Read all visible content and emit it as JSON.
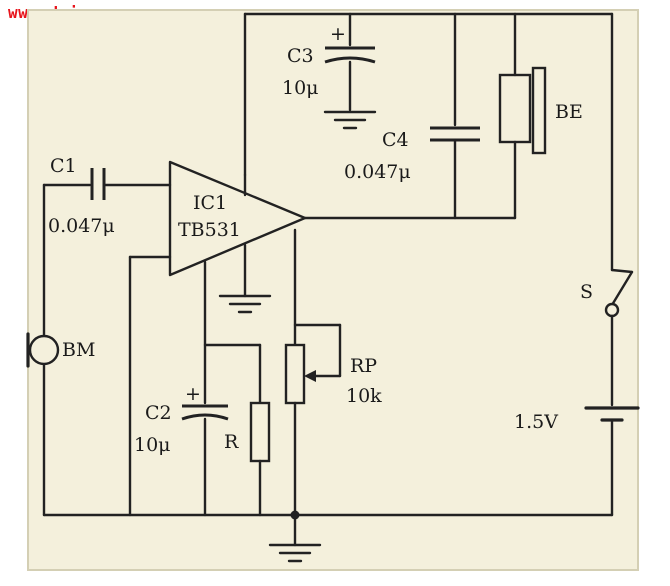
{
  "watermark": {
    "text": "www.dziuu.com",
    "color": "#e8141c"
  },
  "colors": {
    "background": "#f4f0dc",
    "border": "#d4cfb4",
    "ink": "#222222"
  },
  "components": {
    "ic1": {
      "ref": "IC1",
      "part": "TB531"
    },
    "c1": {
      "ref": "C1",
      "value": "0.047μ"
    },
    "c2": {
      "ref": "C2",
      "value": "10μ",
      "polarity": "+"
    },
    "c3": {
      "ref": "C3",
      "value": "10μ",
      "polarity": "+"
    },
    "c4": {
      "ref": "C4",
      "value": "0.047μ"
    },
    "r": {
      "ref": "R"
    },
    "rp": {
      "ref": "RP",
      "value": "10k"
    },
    "bm": {
      "ref": "BM"
    },
    "be": {
      "ref": "BE"
    },
    "s": {
      "ref": "S"
    },
    "battery": {
      "value": "1.5V"
    }
  }
}
